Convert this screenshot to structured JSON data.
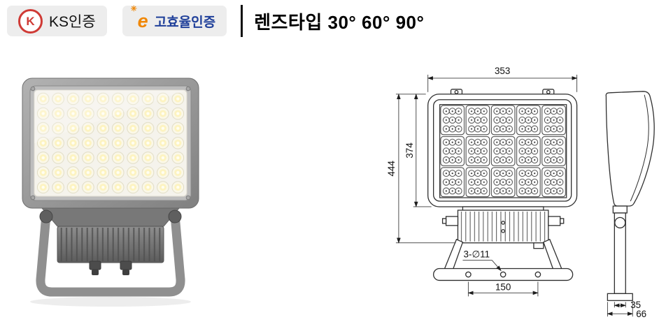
{
  "header": {
    "ks_badge": {
      "label": "KS인증",
      "logo_letter": "K"
    },
    "efficiency_badge": {
      "label": "고효율인증",
      "logo_letter": "e",
      "sparkle": "✳"
    },
    "title": "렌즈타입 30° 60° 90°"
  },
  "drawing": {
    "front_width": "353",
    "overall_height": "444",
    "body_height": "374",
    "mounting_holes": "3-∅11",
    "hole_spacing": "150",
    "bracket_thickness": "35",
    "bracket_depth": "66"
  },
  "colors": {
    "ks_red": "#cf3a35",
    "eff_orange": "#f08706",
    "eff_navy": "#20409a",
    "badge_bg": "#ededed",
    "line": "#2f2f2f"
  }
}
